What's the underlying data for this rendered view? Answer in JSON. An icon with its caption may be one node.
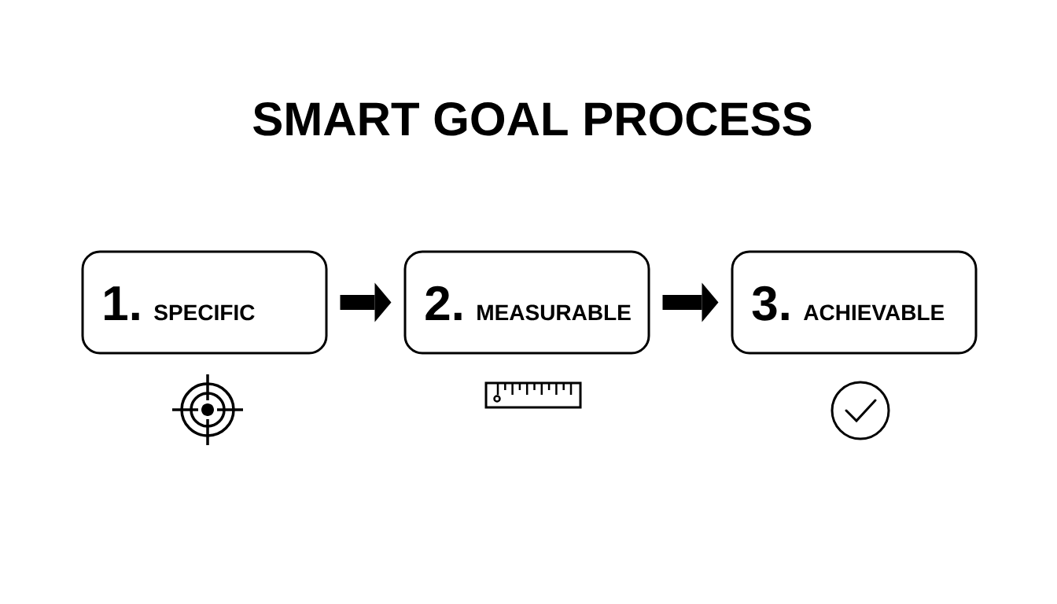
{
  "diagram": {
    "title": "SMART GOAL PROCESS",
    "nodes": [
      {
        "text": [
          "1.",
          "SPECIFIC"
        ]
      },
      {
        "text": [
          "2.",
          "MEASURABLE"
        ]
      },
      {
        "text": [
          "3.",
          "ACHIEVABLE"
        ]
      }
    ],
    "edges": [
      {
        "from": 0,
        "to": 1,
        "arrow": "to"
      },
      {
        "from": 1,
        "to": 2,
        "arrow": "to"
      }
    ]
  }
}
